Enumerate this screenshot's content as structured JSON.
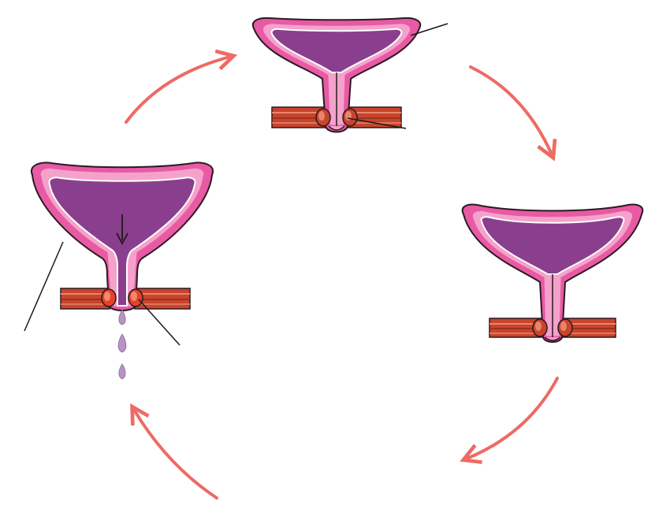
{
  "figure": {
    "stages": [
      {
        "id": "top",
        "state": "filling",
        "shows_flow": false
      },
      {
        "id": "right",
        "state": "full",
        "shows_flow": false
      },
      {
        "id": "left",
        "state": "voiding",
        "shows_flow": true
      }
    ],
    "cycle_arrows": 4,
    "leader_lines": 4,
    "colors": {
      "outer_wall": "#e85aa4",
      "wall_light": "#f4a2cb",
      "wall_outline": "#2a1a22",
      "lumen": "#8a3f8e",
      "lumen_dark": "#6f2f77",
      "sphincter": "#c8442c",
      "sphincter_light": "#e9866a",
      "cycle_arrow": "#ee6a64",
      "flow": "#b894c2",
      "line": "#1a1a1a"
    }
  }
}
